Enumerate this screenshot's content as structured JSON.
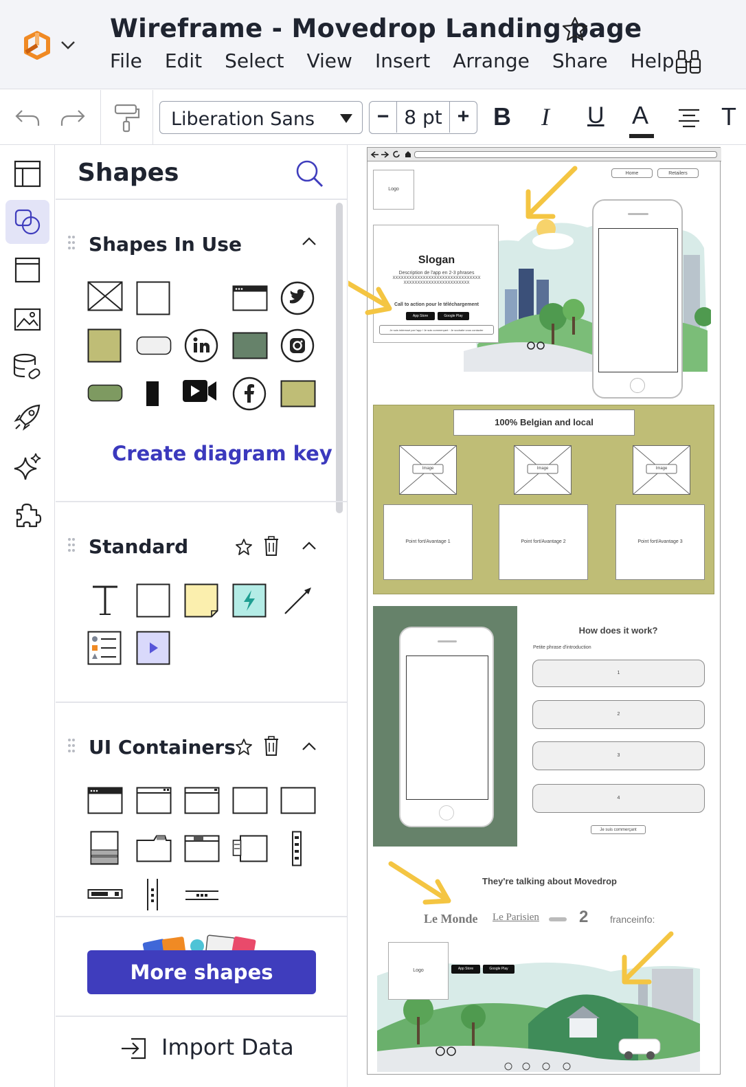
{
  "header": {
    "title": "Wireframe - Movedrop Landing page",
    "menu": [
      "File",
      "Edit",
      "Select",
      "View",
      "Insert",
      "Arrange",
      "Share",
      "Help"
    ]
  },
  "toolbar": {
    "font": "Liberation Sans",
    "size": "8 pt",
    "minus": "−",
    "plus": "+",
    "bold": "B",
    "italic": "I",
    "underline": "U",
    "textcolor": "A",
    "text": "T"
  },
  "panel": {
    "title": "Shapes",
    "sections": {
      "in_use": "Shapes In Use",
      "standard": "Standard",
      "ui": "UI Containers"
    },
    "create_key": "Create diagram key",
    "more_shapes": "More shapes",
    "import": "Import Data"
  },
  "wireframe": {
    "nav": [
      "Home",
      "Retailers"
    ],
    "logo": "Logo",
    "slogan": "Slogan",
    "desc": "Description de l'app en 2-3 phrases",
    "x_line1": "XXXXXXXXXXXXXXXXXXXXXXXXXXXXXXXX",
    "x_line2": "XXXXXXXXXXXXXXXXXXXXXXXX",
    "cta": "Call to action pour le téléchargement",
    "small_note": "Je suis intéressé par l'app / Je suis commerçant · Je souhaite vous contacter",
    "app_store": "App Store",
    "google_play": "Google Play",
    "belgian": "100% Belgian and local",
    "image": "Image",
    "points": [
      "Point fort/Avantage 1",
      "Point fort/Avantage 2",
      "Point fort/Avantage 3"
    ],
    "how": "How does it work?",
    "intro": "Petite phrase d'introduction",
    "steps": [
      "1",
      "2",
      "3",
      "4"
    ],
    "merchant": "Je suis commerçant",
    "talking": "They're talking about Movedrop",
    "press": [
      "Le Monde",
      "Le Parisien",
      "",
      "2",
      "franceinfo:"
    ]
  },
  "colors": {
    "accent": "#3f3dbd",
    "olive": "#bfbd76",
    "green": "#66826a",
    "orange": "#f08a24",
    "arrow": "#f4c542"
  }
}
